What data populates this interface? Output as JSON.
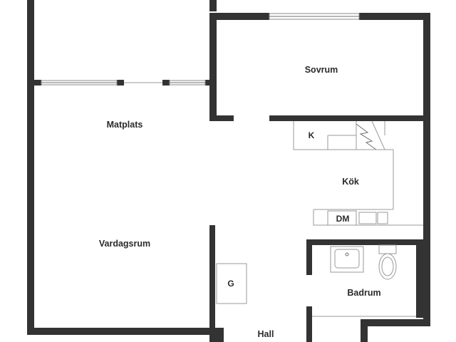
{
  "rooms": {
    "sovrum": "Sovrum",
    "matplats": "Matplats",
    "kok": "Kök",
    "vardagsrum": "Vardagsrum",
    "badrum": "Badrum",
    "hall": "Hall"
  },
  "fixtures": {
    "kyl": "K",
    "diskmaskin": "DM",
    "garderob": "G"
  },
  "colors": {
    "wall": "#333333",
    "line": "#9a9a9a",
    "background": "#ffffff"
  }
}
